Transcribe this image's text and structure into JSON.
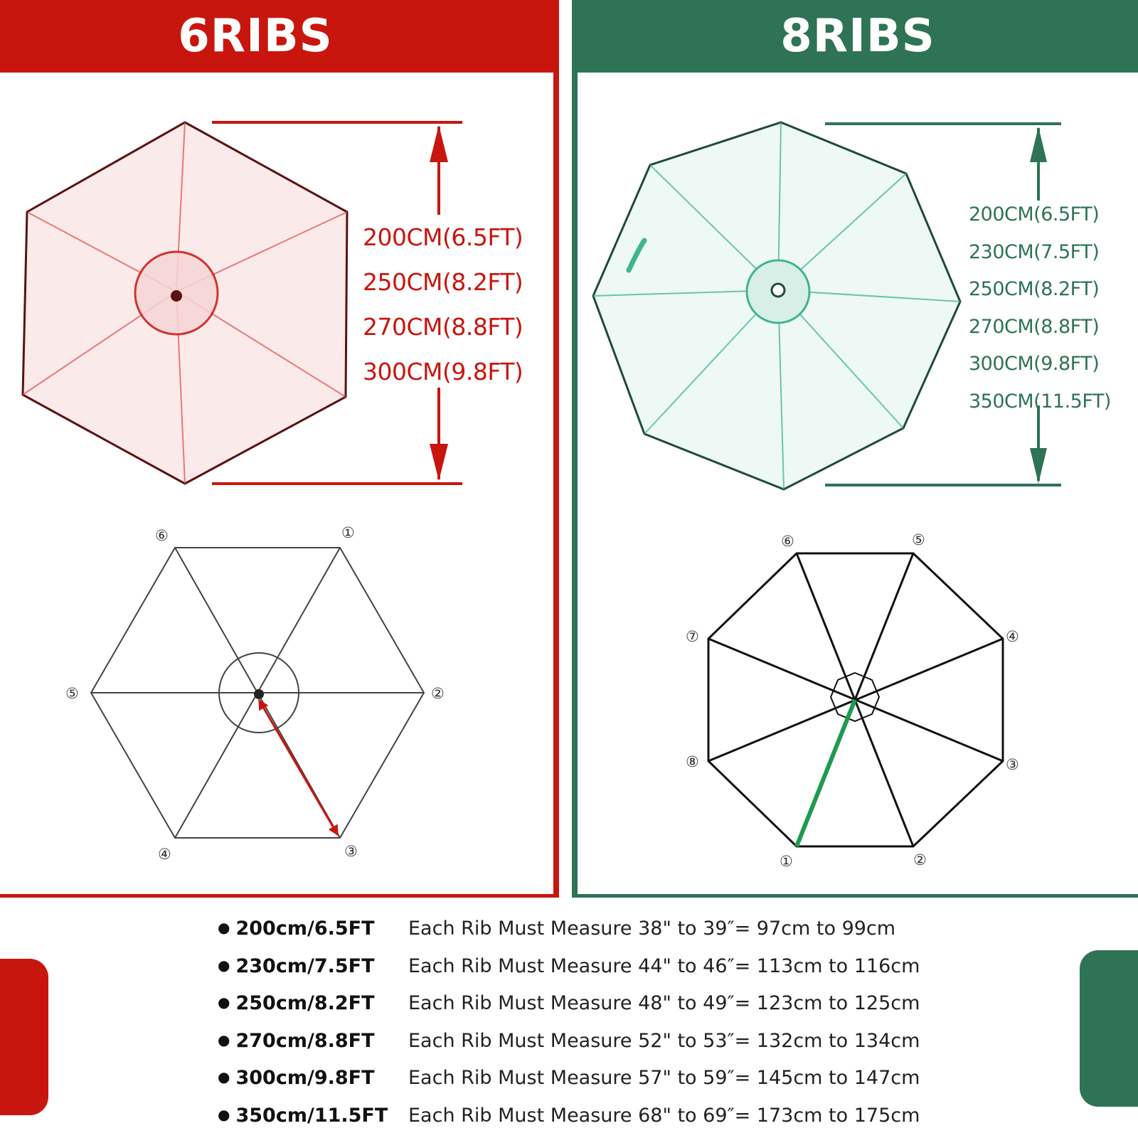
{
  "colors": {
    "six_rib": "#c8160f",
    "eight_rib": "#2e7354",
    "eight_rib_canopy": "#3fb48f"
  },
  "six_rib": {
    "title": "6RIBS",
    "sizes": [
      "200CM(6.5FT)",
      "250CM(8.2FT)",
      "270CM(8.8FT)",
      "300CM(9.8FT)"
    ],
    "rib_numbers": [
      "⑥",
      "①",
      "②",
      "③",
      "④",
      "⑤"
    ]
  },
  "eight_rib": {
    "title": "8RIBS",
    "sizes": [
      "200CM(6.5FT)",
      "230CM(7.5FT)",
      "250CM(8.2FT)",
      "270CM(8.8FT)",
      "300CM(9.8FT)",
      "350CM(11.5FT)"
    ],
    "rib_numbers": [
      "⑥",
      "⑤",
      "④",
      "③",
      "②",
      "①",
      "⑧",
      "⑦"
    ]
  },
  "spec_rows": [
    {
      "size": "200cm/6.5FT",
      "desc": "Each Rib Must Measure 38\" to 39″= 97cm to 99cm"
    },
    {
      "size": "230cm/7.5FT",
      "desc": "Each Rib Must Measure 44\" to 46″= 113cm to 116cm"
    },
    {
      "size": "250cm/8.2FT",
      "desc": "Each Rib Must Measure 48\" to 49″= 123cm to 125cm"
    },
    {
      "size": "270cm/8.8FT",
      "desc": "Each Rib Must Measure 52\" to 53″= 132cm to 134cm"
    },
    {
      "size": "300cm/9.8FT",
      "desc": "Each Rib Must Measure 57\" to 59″= 145cm to 147cm"
    },
    {
      "size": "350cm/11.5FT",
      "desc": "Each Rib Must Measure 68\" to 69″= 173cm to 175cm"
    }
  ]
}
